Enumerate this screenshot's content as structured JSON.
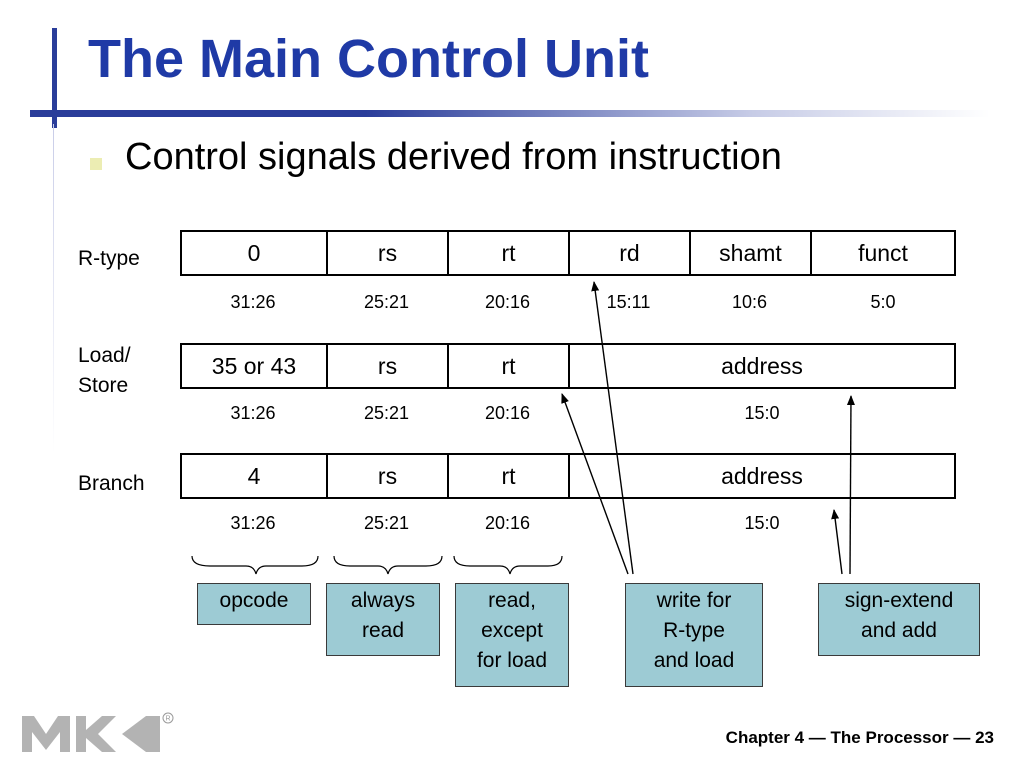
{
  "slide": {
    "title": "The Main Control Unit",
    "bullet": "Control signals derived from instruction",
    "footer": "Chapter 4 — The Processor — 23"
  },
  "formats": [
    {
      "label": "R-type",
      "fields": [
        "0",
        "rs",
        "rt",
        "rd",
        "shamt",
        "funct"
      ],
      "bits": [
        "31:26",
        "25:21",
        "20:16",
        "15:11",
        "10:6",
        "5:0"
      ]
    },
    {
      "label": "Load/\nStore",
      "fields": [
        "35 or 43",
        "rs",
        "rt",
        "address"
      ],
      "bits": [
        "31:26",
        "25:21",
        "20:16",
        "15:0"
      ]
    },
    {
      "label": "Branch",
      "fields": [
        "4",
        "rs",
        "rt",
        "address"
      ],
      "bits": [
        "31:26",
        "25:21",
        "20:16",
        "15:0"
      ]
    }
  ],
  "notes": {
    "opcode": "opcode",
    "always_read": "always\nread",
    "read_except": "read,\nexcept\nfor load",
    "write_for": "write for\nR-type\nand load",
    "sign_extend": "sign-extend\nand add"
  },
  "colors": {
    "title": "#1f3aa6",
    "accent_bar": "#2a3d9a",
    "note_fill": "#9dcbd4",
    "bullet": "#ecedb3"
  }
}
